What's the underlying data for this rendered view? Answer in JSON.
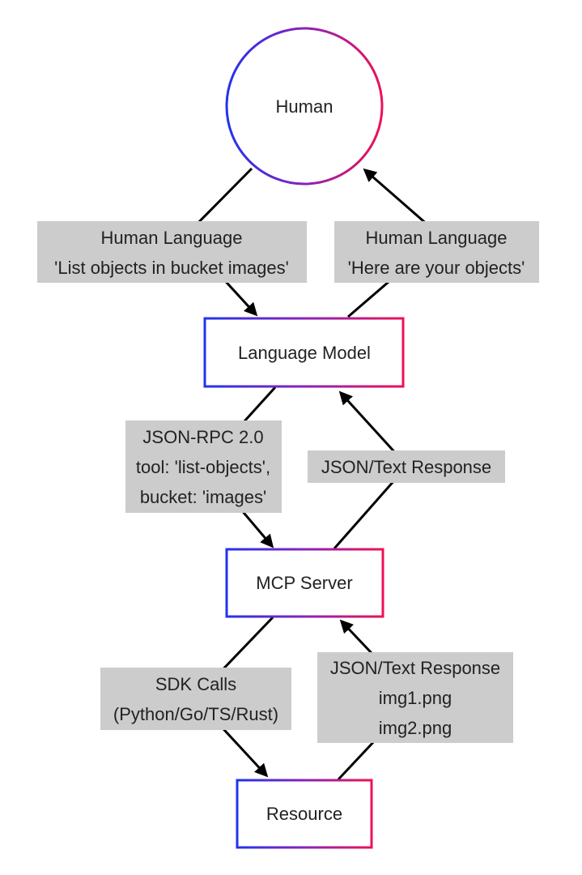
{
  "nodes": {
    "human": "Human",
    "language_model": "Language Model",
    "mcp_server": "MCP Server",
    "resource": "Resource"
  },
  "edges": {
    "human_to_model": {
      "line1": "Human Language",
      "line2": "'List objects in bucket images'"
    },
    "model_to_human": {
      "line1": "Human Language",
      "line2": "'Here are your objects'"
    },
    "model_to_server": {
      "line1": "JSON-RPC 2.0",
      "line2": "tool: 'list-objects',",
      "line3": "bucket: 'images'"
    },
    "server_to_model": {
      "line1": "JSON/Text Response"
    },
    "server_to_resource": {
      "line1": "SDK Calls",
      "line2": "(Python/Go/TS/Rust)"
    },
    "resource_to_server": {
      "line1": "JSON/Text Response",
      "line2": "img1.png",
      "line3": "img2.png"
    }
  },
  "colors": {
    "gradient_start": "#2233ee",
    "gradient_mid": "#8822bb",
    "gradient_end": "#ee1155",
    "label_background": "#cccccc",
    "edge": "#000000"
  }
}
